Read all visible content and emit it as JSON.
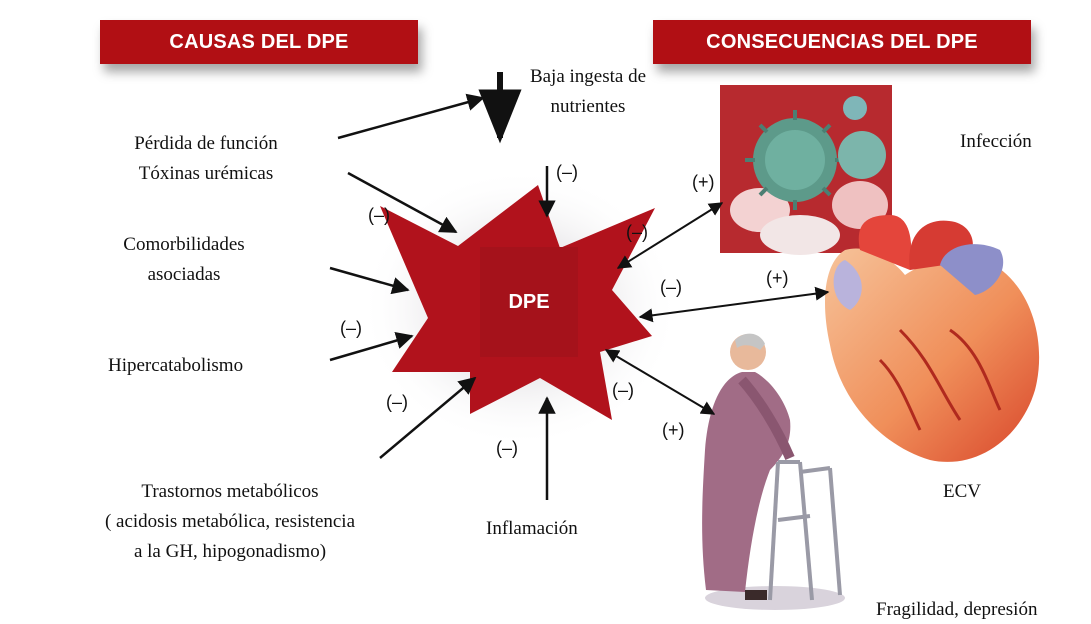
{
  "headers": {
    "causes": "CAUSAS DEL DPE",
    "consequences": "CONSECUENCIAS DEL DPE"
  },
  "center_label": "DPE",
  "causes": {
    "low_intake": "Baja ingesta de nutrientes",
    "loss_function": "Pérdida de función",
    "uremic_toxins": "Tóxinas urémicas",
    "comorbidities": "Comorbilidades asociadas",
    "hypercatabolism": "Hipercatabolismo",
    "metabolic_title": "Trastornos metabólicos",
    "metabolic_detail_1": "( acidosis metabólica, resistencia",
    "metabolic_detail_2": "a la GH, hipogonadismo)",
    "inflammation": "Inflamación"
  },
  "consequences": {
    "infection": "Infección",
    "cvd": "ECV",
    "frailty": "Fragilidad, depresión"
  },
  "signs": {
    "minus": "(–)",
    "plus": "(+)"
  },
  "colors": {
    "header_bg": "#b10f14",
    "star": "#b1121c",
    "center_box": "#a5121b"
  }
}
